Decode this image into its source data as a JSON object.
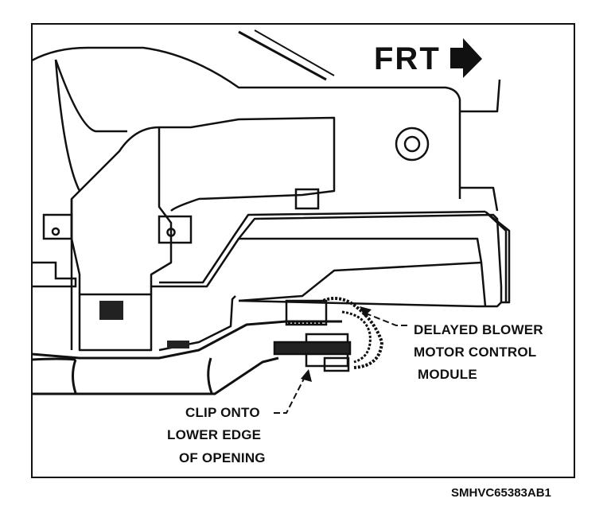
{
  "figure": {
    "direction_label": "FRT",
    "callouts": {
      "module": [
        "DELAYED BLOWER",
        "MOTOR CONTROL",
        "MODULE"
      ],
      "clip": [
        "CLIP ONTO",
        "LOWER EDGE",
        "OF OPENING"
      ]
    },
    "figure_code": "SMHVC65383AB1"
  }
}
